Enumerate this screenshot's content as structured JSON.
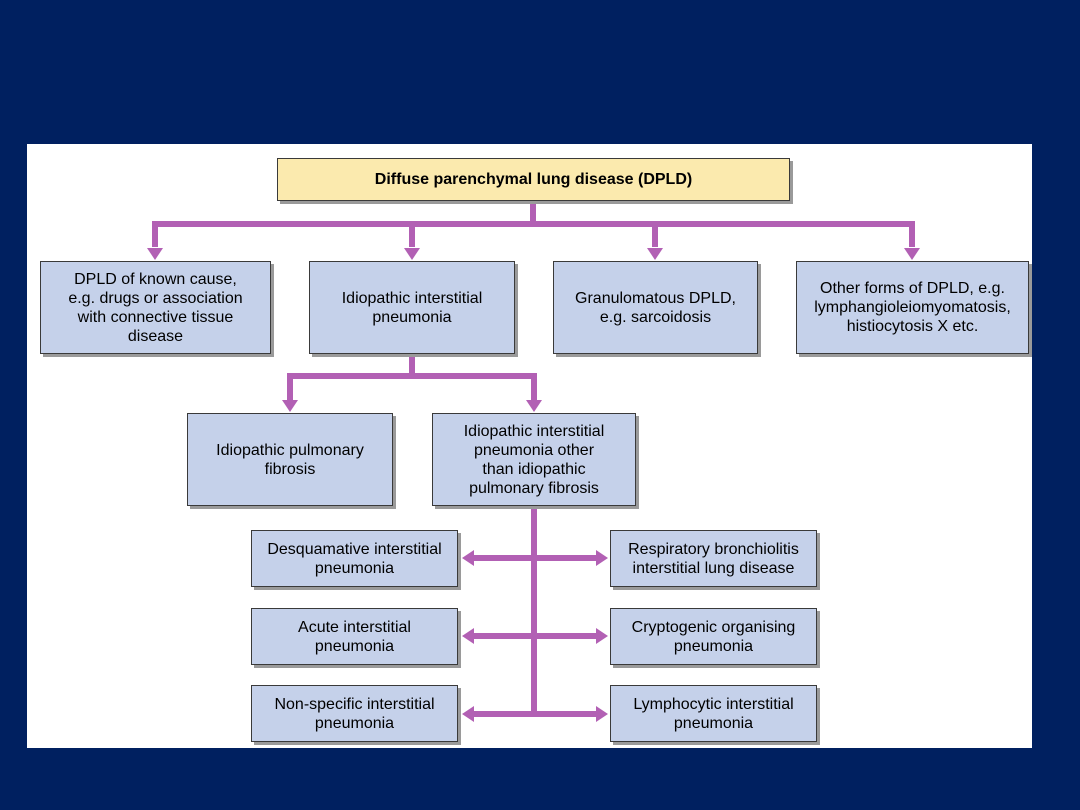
{
  "colors": {
    "background": "#002060",
    "panel": "#ffffff",
    "node_fill": "#c5d1ea",
    "root_fill": "#fbeaae",
    "connector": "#b260b4"
  },
  "diagram": {
    "root": "Diffuse parenchymal lung disease (DPLD)",
    "level1": {
      "known_cause": "DPLD of known cause,\ne.g. drugs or association\nwith connective tissue\ndisease",
      "iip": "Idiopathic interstitial\npneumonia",
      "granulomatous": "Granulomatous DPLD,\ne.g. sarcoidosis",
      "other_forms": "Other forms of DPLD, e.g.\nlymphangioleiomyomatosis,\nhistiocytosis X etc."
    },
    "level2": {
      "ipf": "Idiopathic pulmonary\nfibrosis",
      "iip_other": "Idiopathic interstitial\npneumonia other\nthan idiopathic\npulmonary fibrosis"
    },
    "level3": {
      "dip": "Desquamative interstitial\npneumonia",
      "rbild": "Respiratory bronchiolitis\ninterstitial lung disease",
      "aip": "Acute interstitial\npneumonia",
      "cop": "Cryptogenic organising\npneumonia",
      "nsip": "Non-specific interstitial\npneumonia",
      "lip": "Lymphocytic interstitial\npneumonia"
    }
  }
}
